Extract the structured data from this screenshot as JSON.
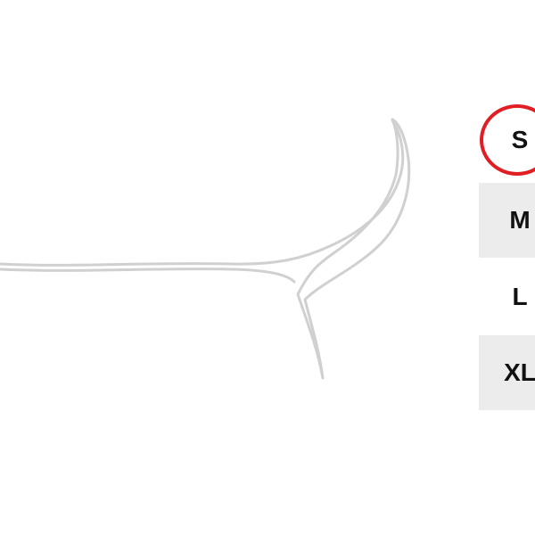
{
  "sizes": [
    {
      "label": "S",
      "selected": true,
      "shaded": false
    },
    {
      "label": "M",
      "selected": false,
      "shaded": true
    },
    {
      "label": "L",
      "selected": false,
      "shaded": false
    },
    {
      "label": "XL",
      "selected": false,
      "shaded": true
    }
  ],
  "colors": {
    "selection_ring": "#e01e23",
    "shaded_row": "#ececec",
    "outline": "#d0d0d0",
    "text": "#111111"
  },
  "icons": {
    "garment": "sleeve-outline-icon"
  }
}
